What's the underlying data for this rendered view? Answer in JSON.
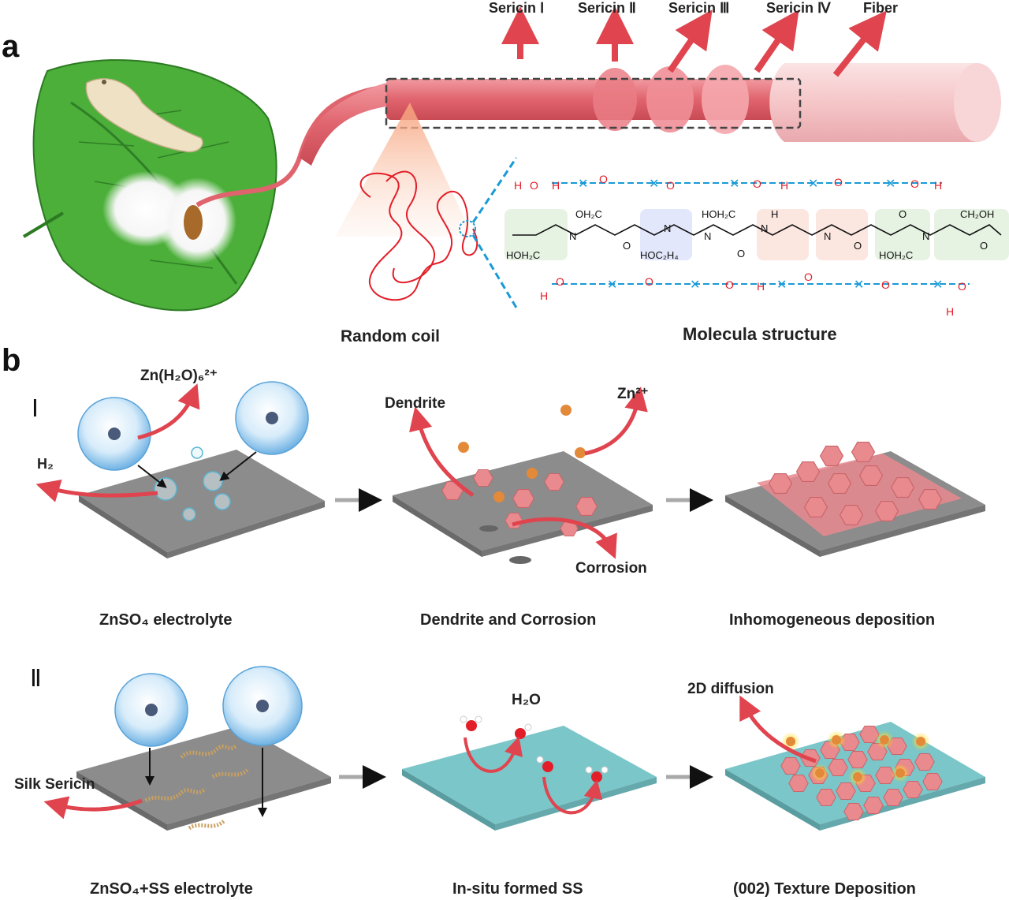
{
  "panel_a": {
    "letter": "a",
    "fiber_labels": [
      "Sericin Ⅰ",
      "Sericin Ⅱ",
      "Sericin Ⅲ",
      "Sericin Ⅳ",
      "Fiber"
    ],
    "random_coil": "Random coil",
    "molecular_structure": "Molecula structure",
    "chemistry": {
      "top_groups": [
        "OH₂C",
        "HOH₂C",
        "H"
      ],
      "bottom_groups": [
        "HOH₂C",
        "HOC₂H₄",
        "HOH₂C"
      ],
      "backbone_N": [
        "N",
        "N",
        "N",
        "N",
        "N",
        "N"
      ],
      "backbone_O": [
        "O",
        "O",
        "O",
        "O",
        "O"
      ],
      "end_group": "CH₂OH",
      "water_atom_O": "O",
      "water_atom_H": "H"
    }
  },
  "panel_b": {
    "letter": "b",
    "row1": {
      "roman": "Ⅰ",
      "ion_label": "Zn(H₂O)₆²⁺",
      "h2_label": "H₂",
      "dendrite_label": "Dendrite",
      "zn_label": "Zn²⁺",
      "corrosion_label": "Corrosion",
      "captions": [
        "ZnSO₄ electrolyte",
        "Dendrite and Corrosion",
        "Inhomogeneous deposition"
      ]
    },
    "row2": {
      "roman": "Ⅱ",
      "silk_label": "Silk Sericin",
      "h2o_label": "H₂O",
      "diffusion_label": "2D diffusion",
      "captions": [
        "ZnSO₄+SS electrolyte",
        "In-situ formed SS",
        "(002) Texture  Deposition"
      ]
    }
  },
  "colors": {
    "leaf": "#4caf3a",
    "fiber": "#e0646e",
    "arrow": "#e0444e",
    "plate_gray": "#8c8c8c",
    "plate_teal": "#7bc6c9",
    "hexagon": "#e88a8e",
    "hbond_blue": "#1a9ad6",
    "hbond_red": "#e21e28"
  }
}
